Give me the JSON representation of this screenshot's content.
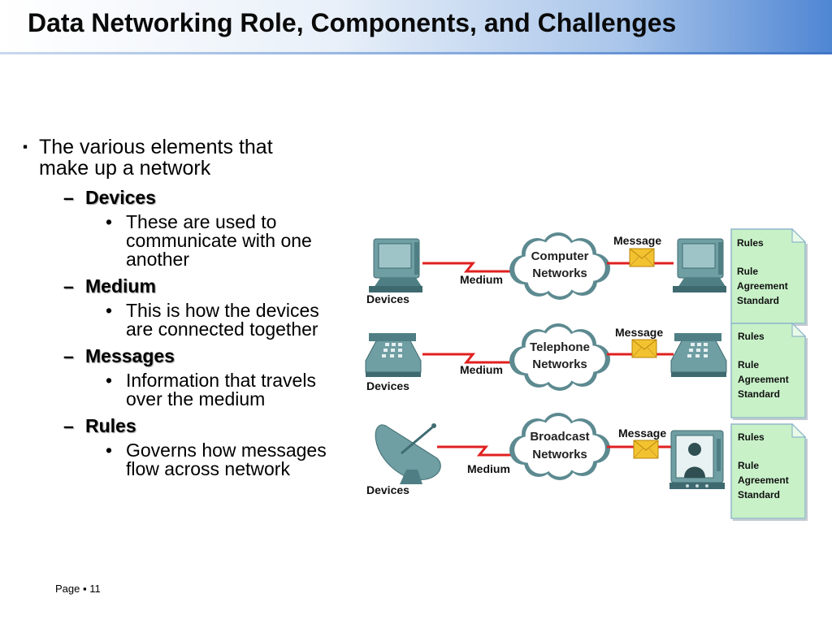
{
  "slide": {
    "title": "Data Networking Role, Components, and Challenges",
    "footer": {
      "page_label": "Page",
      "separator": "▪",
      "page_number": "11"
    }
  },
  "outline": {
    "main": {
      "marker": "▪",
      "text_line1": "The various elements that",
      "text_line2": "make up a network"
    },
    "items": [
      {
        "marker": "–",
        "heading": "Devices",
        "sub_marker": "•",
        "lines": [
          "These are used to",
          "communicate with one",
          "another"
        ]
      },
      {
        "marker": "–",
        "heading": "Medium",
        "sub_marker": "•",
        "lines": [
          "This is how the devices",
          "are connected together"
        ]
      },
      {
        "marker": "–",
        "heading": "Messages",
        "sub_marker": "•",
        "lines": [
          "Information that travels",
          "over the medium"
        ]
      },
      {
        "marker": "–",
        "heading": "Rules",
        "sub_marker": "•",
        "lines": [
          "Governs how messages",
          "flow across network"
        ]
      }
    ]
  },
  "diagram": {
    "rows": [
      {
        "devices_label": "Devices",
        "medium_label": "Medium",
        "message_label": "Message",
        "cloud_line1": "Computer",
        "cloud_line2": "Networks",
        "rules": {
          "title": "Rules",
          "items": [
            "Rule",
            "Agreement",
            "Standard"
          ]
        },
        "left_icon": "computer-icon",
        "right_icon": "computer-icon"
      },
      {
        "devices_label": "Devices",
        "medium_label": "Medium",
        "message_label": "Message",
        "cloud_line1": "Telephone",
        "cloud_line2": "Networks",
        "rules": {
          "title": "Rules",
          "items": [
            "Rule",
            "Agreement",
            "Standard"
          ]
        },
        "left_icon": "telephone-icon",
        "right_icon": "telephone-icon"
      },
      {
        "devices_label": "Devices",
        "medium_label": "Medium",
        "message_label": "Message",
        "cloud_line1": "Broadcast",
        "cloud_line2": "Networks",
        "rules": {
          "title": "Rules",
          "items": [
            "Rule",
            "Agreement",
            "Standard"
          ]
        },
        "left_icon": "satellite-dish-icon",
        "right_icon": "television-icon"
      }
    ],
    "colors": {
      "device": "#5d8f94",
      "medium": "#e02020",
      "cloud": "#5c8a90",
      "rules_note": "#c8f1c8",
      "envelope": "#f2c230"
    }
  }
}
